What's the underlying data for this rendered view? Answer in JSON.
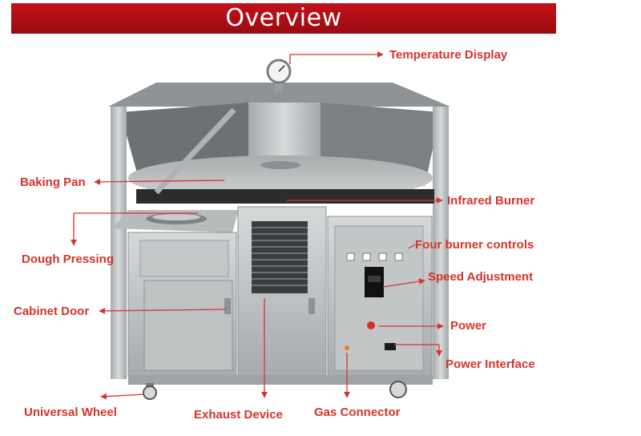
{
  "title": "Overview",
  "colors": {
    "banner": "#b30e16",
    "label": "#d5342c",
    "steel": "#b8bcbd"
  },
  "gauge_icon": "pressure-gauge-icon",
  "labels": {
    "temperature_display": "Temperature Display",
    "baking_pan": "Baking Pan",
    "infrared_burner": "Infrared Burner",
    "four_burner_controls": "Four burner controls",
    "dough_pressing": "Dough Pressing",
    "speed_adjustment": "Speed Adjustment",
    "cabinet_door": "Cabinet Door",
    "power": "Power",
    "power_interface": "Power Interface",
    "universal_wheel": "Universal Wheel",
    "exhaust_device": "Exhaust Device",
    "gas_connector": "Gas Connector"
  }
}
